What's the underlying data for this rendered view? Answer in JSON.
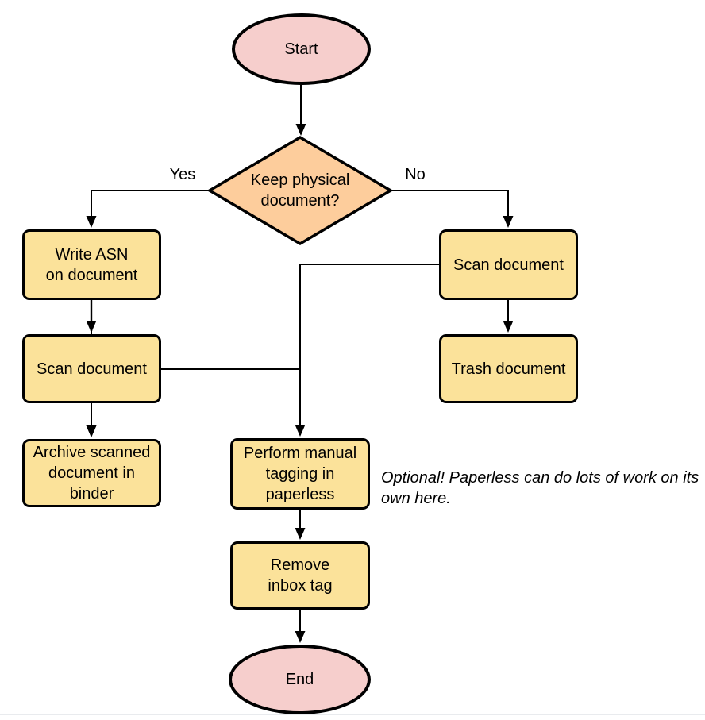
{
  "diagram": {
    "nodes": {
      "start": {
        "type": "terminator",
        "label": "Start"
      },
      "decision": {
        "type": "decision",
        "label": "Keep physical\ndocument?"
      },
      "write_asn": {
        "type": "process",
        "label": "Write ASN\non document"
      },
      "scan_left": {
        "type": "process",
        "label": "Scan document"
      },
      "archive": {
        "type": "process",
        "label": "Archive scanned\ndocument in\nbinder"
      },
      "scan_right": {
        "type": "process",
        "label": "Scan document"
      },
      "trash": {
        "type": "process",
        "label": "Trash document"
      },
      "tagging": {
        "type": "process",
        "label": "Perform manual\ntagging in\npaperless"
      },
      "remove_inbox": {
        "type": "process",
        "label": "Remove\ninbox tag"
      },
      "end": {
        "type": "terminator",
        "label": "End"
      }
    },
    "edge_labels": {
      "yes": "Yes",
      "no": "No"
    },
    "annotation": "Optional! Paperless can do lots of work on its own here."
  },
  "colors": {
    "terminator_fill": "#f6cecc",
    "decision_fill": "#fdcd9c",
    "process_fill": "#fbe29a",
    "stroke": "#000000",
    "connector": "#000000",
    "text": "#000000",
    "background": "#ffffff",
    "bottom_divider": "#e9ebee"
  }
}
